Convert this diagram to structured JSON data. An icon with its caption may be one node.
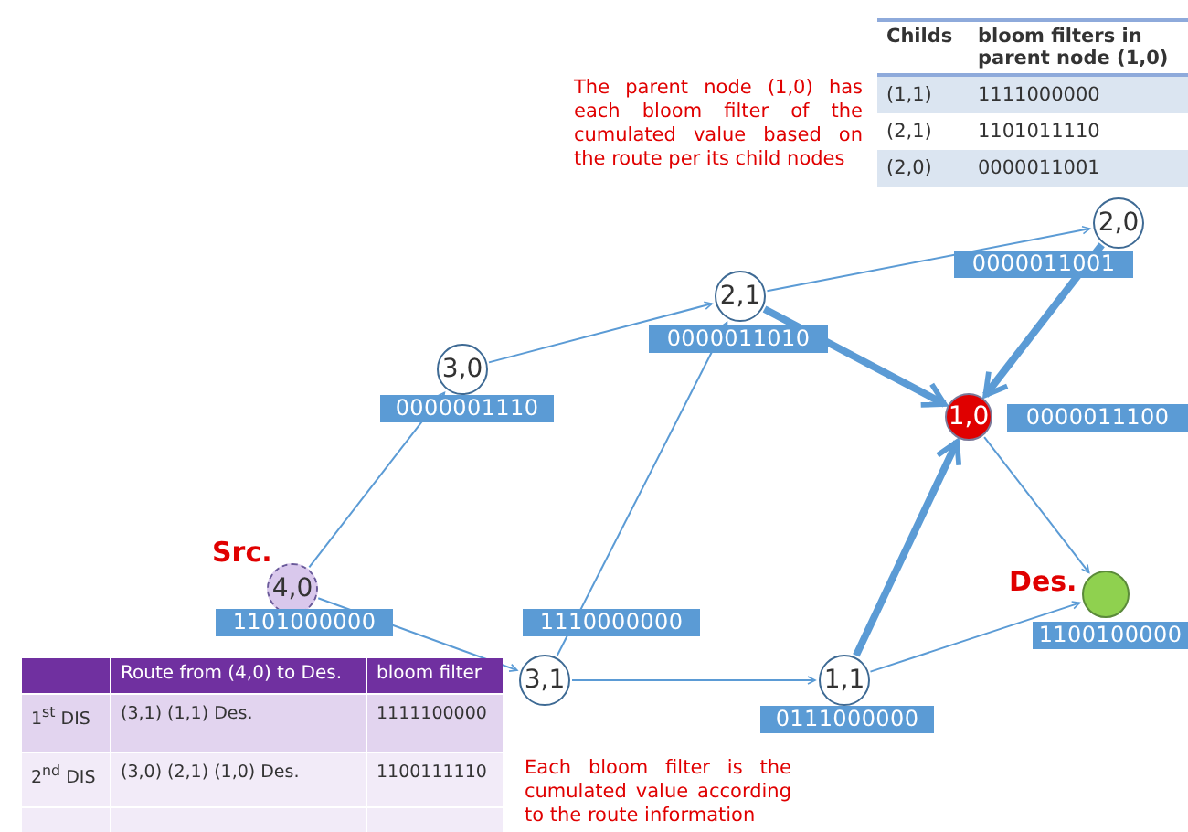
{
  "diagram": {
    "nodes": [
      {
        "text": [
          "4,0"
        ],
        "beside": [
          "Src.",
          "1101000000"
        ]
      },
      {
        "text": [
          "3,0"
        ],
        "beside": [
          "0000001110"
        ]
      },
      {
        "text": [
          "2,1"
        ],
        "beside": [
          "0000011010"
        ]
      },
      {
        "text": [
          "2,0"
        ],
        "beside": [
          "0000011001"
        ]
      },
      {
        "text": [
          "1,0"
        ],
        "beside": [
          "0000011100"
        ]
      },
      {
        "text": [
          "3,1"
        ],
        "beside": [
          "1110000000"
        ]
      },
      {
        "text": [
          "1,1"
        ],
        "beside": [
          "0111000000"
        ]
      },
      {
        "text": [],
        "shape": "circle",
        "beside": [
          "Des.",
          "1100100000"
        ]
      }
    ],
    "edges": [
      {
        "from": 0,
        "to": 1,
        "arrow": "to"
      },
      {
        "from": 1,
        "to": 2,
        "arrow": "to"
      },
      {
        "from": 2,
        "to": 3,
        "arrow": "to"
      },
      {
        "from": 5,
        "to": 2,
        "arrow": "to"
      },
      {
        "from": 0,
        "to": 5,
        "arrow": "to"
      },
      {
        "from": 5,
        "to": 6,
        "arrow": "to"
      },
      {
        "from": 6,
        "to": 7,
        "arrow": "to"
      },
      {
        "from": 4,
        "to": 7,
        "arrow": "to"
      },
      {
        "from": 2,
        "to": 4,
        "arrow": "to",
        "style": "thick"
      },
      {
        "from": 3,
        "to": 4,
        "arrow": "to",
        "style": "thick"
      },
      {
        "from": 6,
        "to": 4,
        "arrow": "to",
        "style": "thick"
      }
    ],
    "labels": [
      "The parent node (1,0) has each bloom filter of the cumulated value based on the route per its child nodes",
      "Childs",
      "bloom filters in parent node (1,0)",
      "(1,1)",
      "1111000000",
      "(2,1)",
      "1101011110",
      "(2,0)",
      "0000011001",
      "Route from (4,0) to Des.",
      "bloom filter",
      "1$^{st}$ DIS",
      "(3,1) (1,1) Des.",
      "1111100000",
      "2$^{nd}$ DIS",
      "(3,0) (2,1) (1,0) Des.",
      "1100111110",
      "Each bloom filter is the cumulated value according to the route information"
    ]
  }
}
